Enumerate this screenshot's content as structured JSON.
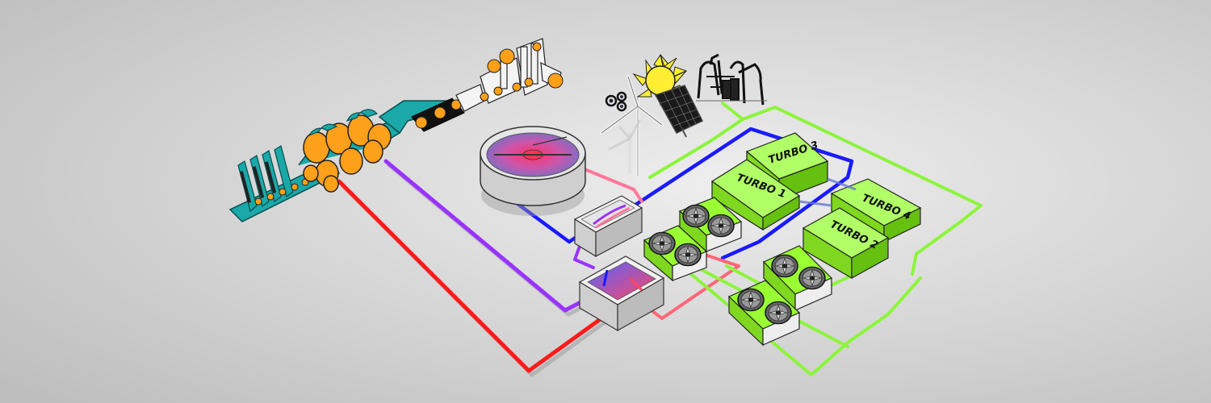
{
  "turbines": [
    {
      "id": "turbo-1",
      "label": "TURBO 1"
    },
    {
      "id": "turbo-2",
      "label": "TURBO 2"
    },
    {
      "id": "turbo-3",
      "label": "TURBO 3"
    },
    {
      "id": "turbo-4",
      "label": "TURBO 4"
    }
  ],
  "colors": {
    "background": "#d8d8d8",
    "turbo_green": "#99ff33",
    "pipe_green": "#8cf53b",
    "pipe_red": "#ff1a1a",
    "pipe_purple": "#9933ff",
    "pipe_blue": "#1a1aff",
    "pipe_pink": "#ff7799",
    "roller_orange": "#ffa01a",
    "belt_teal": "#1aa8a8",
    "sun_yellow": "#ffee33"
  },
  "icons": [
    "paper-machine-icon",
    "wind-turbine-icon",
    "sun-icon",
    "solar-panel-icon",
    "pylon-icon",
    "cooling-fan-icon",
    "clarifier-tank-icon",
    "heat-exchanger-icon"
  ]
}
